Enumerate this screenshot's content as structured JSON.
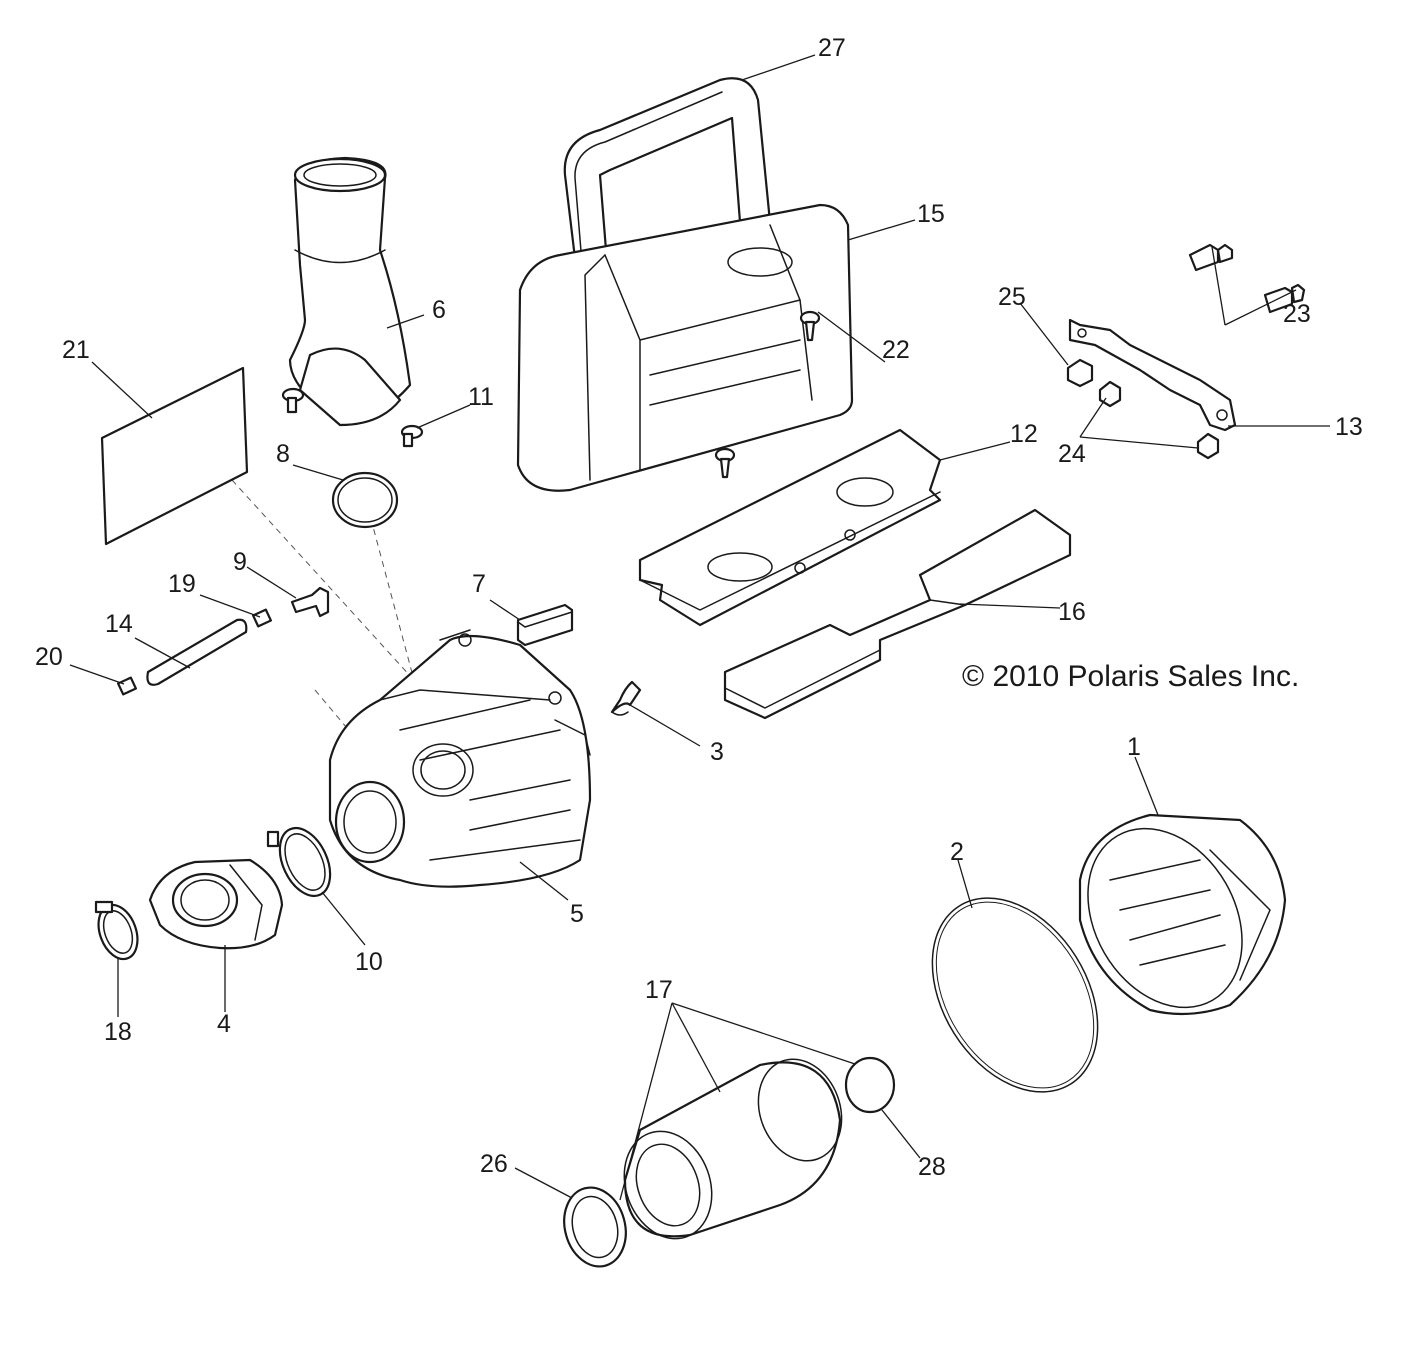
{
  "copyright": "© 2010 Polaris Sales Inc.",
  "callouts": {
    "c1": "1",
    "c2": "2",
    "c3": "3",
    "c4": "4",
    "c5": "5",
    "c6": "6",
    "c7": "7",
    "c8": "8",
    "c9": "9",
    "c10": "10",
    "c11": "11",
    "c12": "12",
    "c13": "13",
    "c14": "14",
    "c15": "15",
    "c16": "16",
    "c17": "17",
    "c18": "18",
    "c19": "19",
    "c20": "20",
    "c21": "21",
    "c22": "22",
    "c23": "23",
    "c24": "24",
    "c25": "25",
    "c26": "26",
    "c27": "27",
    "c28": "28"
  },
  "colors": {
    "line": "#1a1a1a",
    "background": "#ffffff"
  }
}
